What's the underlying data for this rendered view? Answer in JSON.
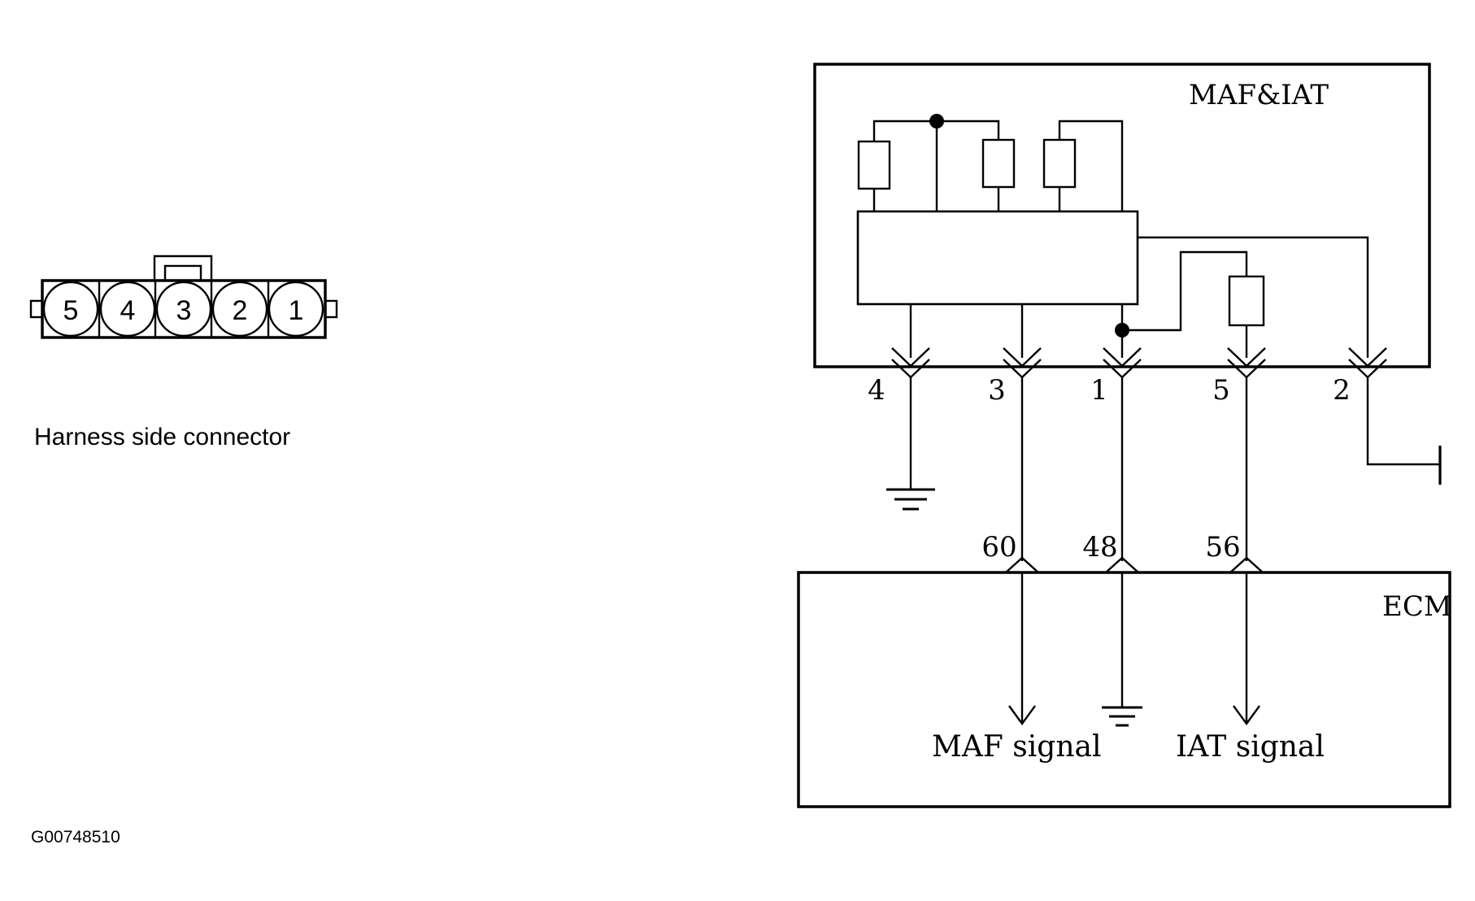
{
  "connector": {
    "pins": [
      "5",
      "4",
      "3",
      "2",
      "1"
    ],
    "caption": "Harness side connector"
  },
  "figure_code": "G00748510",
  "sensor": {
    "label": "MAF&IAT",
    "terminals": [
      "4",
      "3",
      "1",
      "5",
      "2"
    ]
  },
  "ecm": {
    "label": "ECM",
    "pins": [
      "60",
      "48",
      "56"
    ],
    "signals": {
      "maf": "MAF signal",
      "iat": "IAT signal"
    }
  }
}
